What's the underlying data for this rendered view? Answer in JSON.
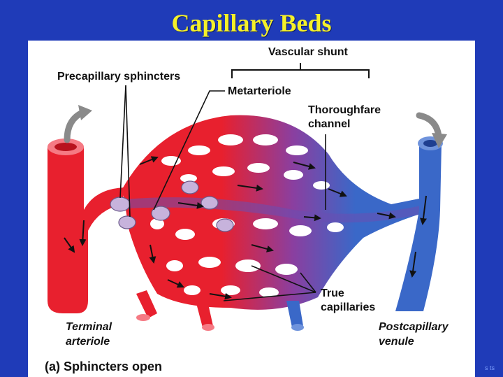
{
  "title": "Capillary Beds",
  "labels": {
    "vascular_shunt": "Vascular shunt",
    "precapillary_sphincters": "Precapillary sphincters",
    "metarteriole": "Metarteriole",
    "thoroughfare_line1": "Thoroughfare",
    "thoroughfare_line2": "channel",
    "true_cap_line1": "True",
    "true_cap_line2": "capillaries",
    "terminal_line1": "Terminal",
    "terminal_line2": "arteriole",
    "postcap_line1": "Postcapillary",
    "postcap_line2": "venule"
  },
  "caption": "(a) Sphincters open",
  "corner_mark": "s ts",
  "colors": {
    "background": "#1f3bb8",
    "title": "#f4f02a",
    "arterial": "#e8202e",
    "venous": "#3a68c8",
    "sphincter": "#c7b3dc",
    "flow_arrow": "#8a8a8a"
  }
}
